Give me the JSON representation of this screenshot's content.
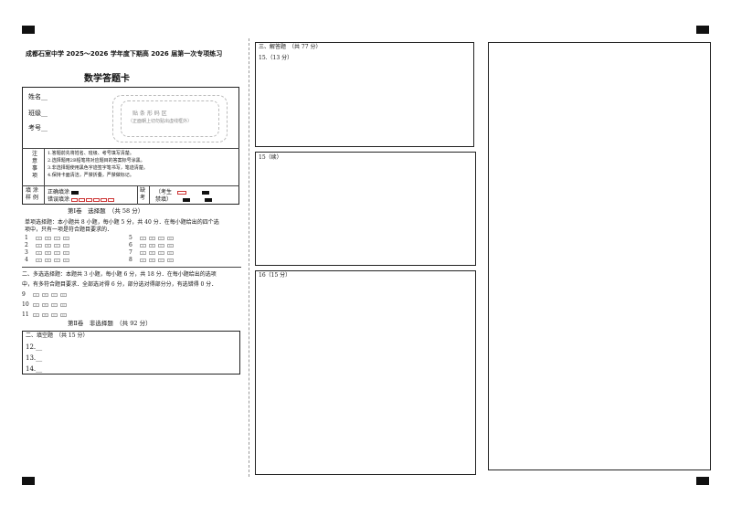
{
  "header": {
    "school_title": "成都石室中学 2025～2026 学年度下期高 2026 届第一次专项练习",
    "card_title": "数学答题卡"
  },
  "info": {
    "name_label": "姓名__",
    "class_label": "班级__",
    "exam_no_label": "考号__",
    "barcode_line1": "贴 条 形 码 区",
    "barcode_line2": "（正面朝上切勿贴出虚线框外）"
  },
  "notes": {
    "label": [
      "注",
      "意",
      "事",
      "项"
    ],
    "items": [
      "1.答题前先将姓名、班级、考号填写清楚。",
      "2.选择题用2B铅笔将对应题目的答案标号涂黑。",
      "3.非选择题使用黑色字迹签字笔书写，笔迹清楚。",
      "4.保持卡面清洁，严禁折叠，严禁做标记。"
    ]
  },
  "sample": {
    "label_left": [
      "填 涂",
      "样 例"
    ],
    "correct": "正确填涂",
    "wrong": "错误填涂",
    "absent_label": [
      "缺",
      "考"
    ],
    "absent_student": "（考生",
    "absent_forbidden": "禁填）"
  },
  "part1": {
    "heading": "第Ⅰ卷　选择题　（共 58 分）",
    "single_intro_1": "单项选择题：本小题共 8 小题，每小题 5 分，共 40 分．在每小题给出的四个选",
    "single_intro_2": "项中，只有一项是符合题目要求的．",
    "single_questions": [
      "1",
      "2",
      "3",
      "4",
      "5",
      "6",
      "7",
      "8"
    ],
    "options": [
      "A",
      "B",
      "C",
      "D"
    ],
    "multi_intro_1": "二、多选选择题：本题共 3 小题，每小题 6 分，共 18 分．在每小题给出的选项",
    "multi_intro_2": "中，有多符合题目要求．全部选对得 6 分，部分选对得部分分，有选错得 0 分．",
    "multi_questions": [
      "9",
      "10",
      "11"
    ]
  },
  "part2": {
    "heading": "第Ⅱ卷　非选择题　（共 92 分）",
    "fill_heading": "二、填空题　（共 15 分）",
    "fill_items": [
      "12.__",
      "13.__",
      "14.__"
    ]
  },
  "answers": {
    "section_heading": "三、解答题　（共 77 分）",
    "q15": "15.（13 分）",
    "q15_cont": "15（续）",
    "q16": "16（15 分）"
  }
}
